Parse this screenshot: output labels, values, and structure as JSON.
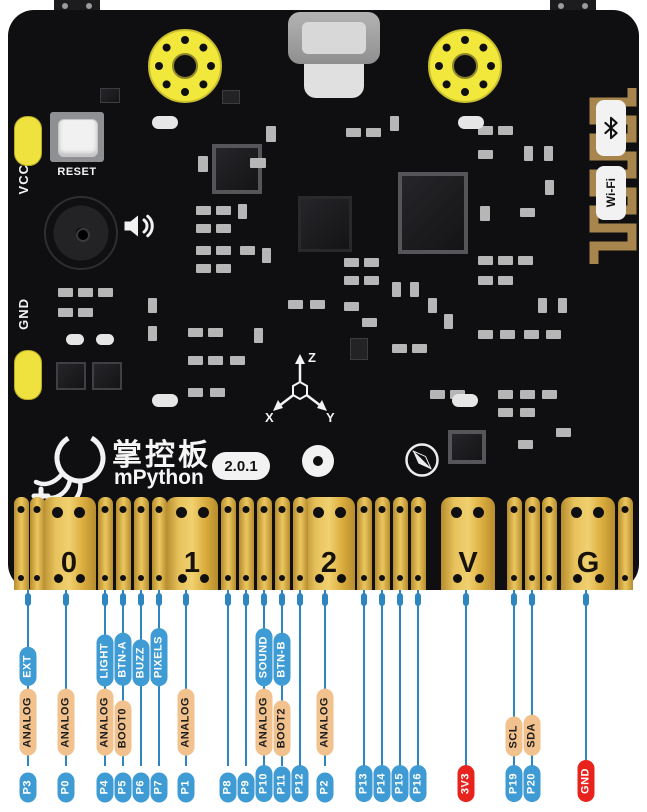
{
  "board": {
    "reset_label": "RESET",
    "vcc_label": "VCC",
    "gnd_label": "GND",
    "logo_cn": "掌控板",
    "logo_en": "mPython",
    "version": "2.0.1",
    "wifi_label": "Wi-Fi",
    "axis": {
      "x": "X",
      "y": "Y",
      "z": "Z"
    },
    "edge_pads": [
      "0",
      "1",
      "2",
      "V",
      "G"
    ]
  },
  "icons": {
    "bluetooth": "bluetooth-icon",
    "wifi": "wifi-badge",
    "speaker": "speaker-icon",
    "compass": "compass-icon",
    "axis": "xyz-axis-icon",
    "logo": "mpython-logo",
    "antenna": "pcb-antenna",
    "usb": "usb-c-port"
  },
  "colors": {
    "pcb": "#0f0f11",
    "pad_gold": "#e2b84d",
    "wire_blue": "#2e86c1",
    "pill_blue": "#3f9bd3",
    "pill_orange": "#f2c28e",
    "pill_red": "#e8221c",
    "ring_yellow": "#f1e83b"
  },
  "pinout": {
    "pins": [
      {
        "name": "P3",
        "functions": [
          {
            "label": "EXT"
          },
          {
            "label": "ANALOG"
          }
        ]
      },
      {
        "name": "P0",
        "functions": [
          {
            "label": "ANALOG"
          }
        ]
      },
      {
        "name": "P4",
        "functions": [
          {
            "label": "LIGHT"
          },
          {
            "label": "ANALOG"
          }
        ]
      },
      {
        "name": "P5",
        "functions": [
          {
            "label": "BTN-A"
          },
          {
            "label": "BOOT0"
          }
        ]
      },
      {
        "name": "P6",
        "functions": [
          {
            "label": "BUZZ"
          }
        ]
      },
      {
        "name": "P7",
        "functions": [
          {
            "label": "PIXELS"
          }
        ]
      },
      {
        "name": "P1",
        "functions": [
          {
            "label": "ANALOG"
          }
        ]
      },
      {
        "name": "P8",
        "functions": []
      },
      {
        "name": "P9",
        "functions": []
      },
      {
        "name": "P10",
        "functions": [
          {
            "label": "SOUND"
          },
          {
            "label": "ANALOG"
          }
        ]
      },
      {
        "name": "P11",
        "functions": [
          {
            "label": "BTN-B"
          },
          {
            "label": "BOOT2"
          }
        ]
      },
      {
        "name": "P12",
        "functions": []
      },
      {
        "name": "P2",
        "functions": [
          {
            "label": "ANALOG"
          }
        ]
      },
      {
        "name": "P13",
        "functions": []
      },
      {
        "name": "P14",
        "functions": []
      },
      {
        "name": "P15",
        "functions": []
      },
      {
        "name": "P16",
        "functions": []
      },
      {
        "name": "3V3",
        "functions": [],
        "power": true
      },
      {
        "name": "P19",
        "functions": [
          {
            "label": "SCL"
          }
        ]
      },
      {
        "name": "P20",
        "functions": [
          {
            "label": "SDA"
          }
        ]
      },
      {
        "name": "GND",
        "functions": [],
        "power": true
      }
    ]
  }
}
